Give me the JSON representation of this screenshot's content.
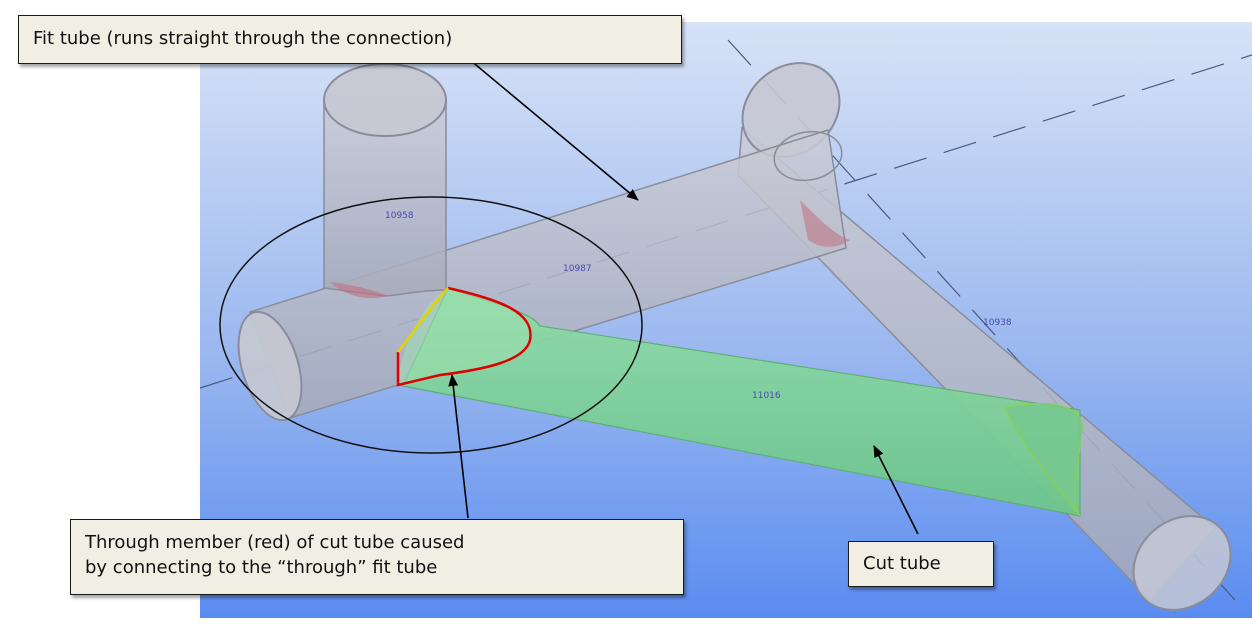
{
  "callouts": {
    "fit_tube": "Fit tube (runs straight through the connection)",
    "through_member": "Through member (red) of cut tube caused\nby connecting to the “through” fit tube",
    "cut_tube": "Cut tube"
  },
  "member_labels": {
    "vertical": "10958",
    "fit": "10987",
    "diagonal": "10938",
    "cut": "11016"
  },
  "colors": {
    "background_top": "#d7e2f7",
    "background_bottom": "#5a8cf0",
    "tube_fill": "#b9bcca",
    "tube_edge": "#8a8c9a",
    "cut_tube_fill": "#7ed39a",
    "through_curve": "#e00000",
    "highlight_edge": "#e8d000",
    "callout_fill": "#f1efe3"
  }
}
